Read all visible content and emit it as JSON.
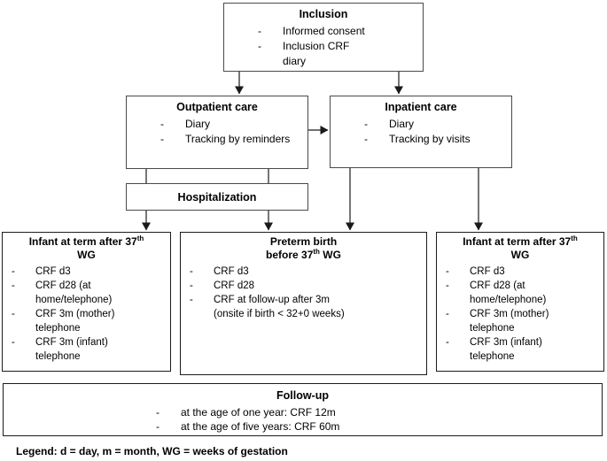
{
  "colors": {
    "background": "#ffffff",
    "border_gray": "#4a4a4a",
    "border_black": "#1c1c1c",
    "arrow": "#1a1a1a",
    "text": "#000000"
  },
  "boxes": {
    "inclusion": {
      "title": "Inclusion",
      "items": [
        {
          "dash": "-",
          "text": "Informed consent"
        },
        {
          "dash": "-",
          "text": "Inclusion CRF"
        },
        {
          "dash": "",
          "text": "diary"
        }
      ]
    },
    "outpatient": {
      "title": "Outpatient care",
      "items": [
        {
          "dash": "-",
          "text": "Diary"
        },
        {
          "dash": "-",
          "text": "Tracking by reminders"
        }
      ]
    },
    "inpatient": {
      "title": "Inpatient care",
      "items": [
        {
          "dash": "-",
          "text": "Diary"
        },
        {
          "dash": "-",
          "text": "Tracking by visits"
        }
      ]
    },
    "hospitalization": {
      "title": "Hospitalization"
    },
    "term_left": {
      "title": {
        "line1": "Infant at term after 37",
        "sup": "th",
        "line2": "WG"
      },
      "items": [
        {
          "dash": "-",
          "text": "CRF d3"
        },
        {
          "dash": "-",
          "text": "CRF d28 (at"
        },
        {
          "dash": "",
          "text": "home/telephone)"
        },
        {
          "dash": "-",
          "text": "CRF 3m (mother)"
        },
        {
          "dash": "",
          "text": "telephone"
        },
        {
          "dash": "-",
          "text": "CRF 3m (infant)"
        },
        {
          "dash": "",
          "text": "telephone"
        }
      ]
    },
    "preterm": {
      "title": {
        "line1": "Preterm birth",
        "line2a": "before 37",
        "sup": "th",
        "line2b": " WG"
      },
      "items": [
        {
          "dash": "-",
          "text": "CRF d3"
        },
        {
          "dash": "-",
          "text": "CRF d28"
        },
        {
          "dash": "-",
          "text": "CRF at follow-up after 3m"
        },
        {
          "dash": "",
          "text": "(onsite if birth < 32+0 weeks)"
        }
      ]
    },
    "term_right": {
      "title": {
        "line1": "Infant at term after 37",
        "sup": "th",
        "line2": "WG"
      },
      "items": [
        {
          "dash": "-",
          "text": "CRF d3"
        },
        {
          "dash": "-",
          "text": "CRF d28 (at"
        },
        {
          "dash": "",
          "text": "home/telephone)"
        },
        {
          "dash": "-",
          "text": "CRF 3m (mother)"
        },
        {
          "dash": "",
          "text": "telephone"
        },
        {
          "dash": "-",
          "text": "CRF 3m (infant)"
        },
        {
          "dash": "",
          "text": "telephone"
        }
      ]
    },
    "followup": {
      "title": "Follow-up",
      "items": [
        {
          "dash": "-",
          "text": "at the age of one year: CRF 12m"
        },
        {
          "dash": "-",
          "text": "at the age of five years: CRF 60m"
        }
      ]
    }
  },
  "legend": {
    "text": "Legend: d = day, m = month, WG = weeks of gestation"
  }
}
